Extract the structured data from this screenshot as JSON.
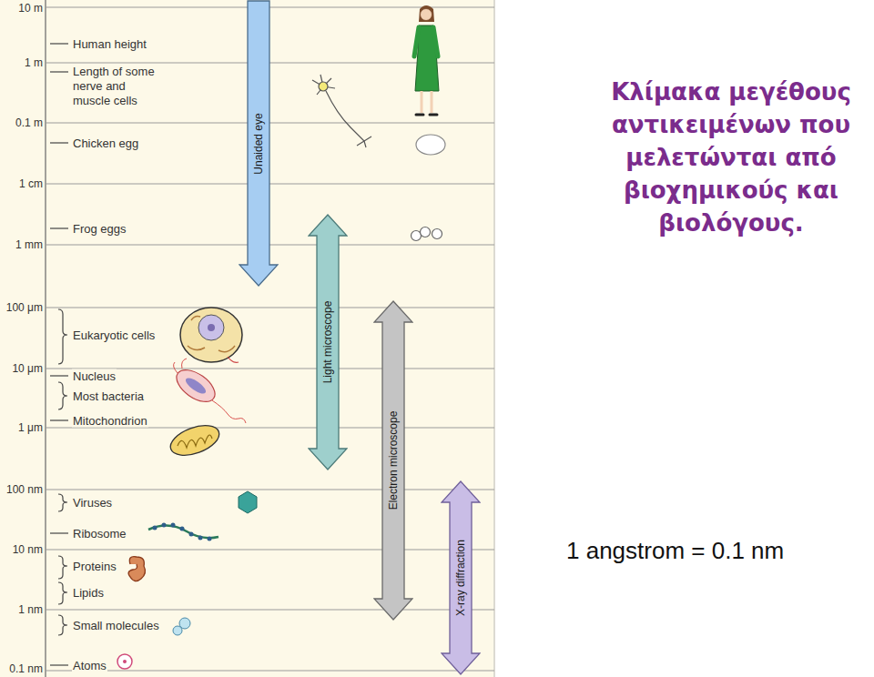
{
  "diagram": {
    "title": "Κλίμακα μεγέθους αντικειμένων που μελετώνται από βιοχημικούς και βιολόγους.",
    "nodes": [
      {
        "text": [
          "Unaided eye"
        ]
      },
      {
        "text": [
          "Light microscope"
        ]
      },
      {
        "text": [
          "Electron microscope"
        ]
      },
      {
        "text": [
          "X-ray diffraction"
        ]
      }
    ],
    "labels": [
      "10 m",
      "1 m",
      "0.1 m",
      "1 cm",
      "1 mm",
      "100 μm",
      "10 μm",
      "1 μm",
      "100 nm",
      "10 nm",
      "1 nm",
      "0.1 nm",
      "Human height",
      "Length of some nerve and muscle cells",
      "Chicken egg",
      "Frog eggs",
      "Eukaryotic cells",
      "Nucleus",
      "Most bacteria",
      "Mitochondrion",
      "Viruses",
      "Ribosome",
      "Proteins",
      "Lipids",
      "Small molecules",
      "Atoms",
      "1 angstrom = 0.1 nm"
    ]
  }
}
